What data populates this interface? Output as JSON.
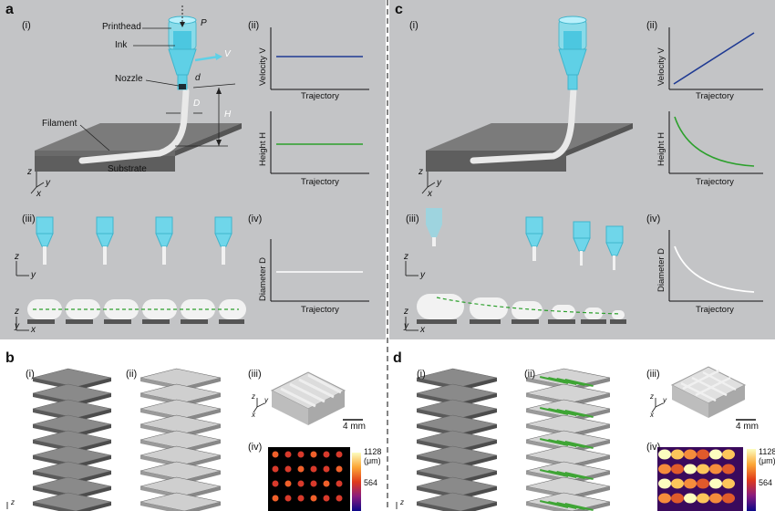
{
  "panels": {
    "a": {
      "letter": "a",
      "sub_i": "(i)",
      "sub_ii": "(ii)",
      "sub_iii": "(iii)",
      "sub_iv": "(iv)",
      "callouts": {
        "printhead": "Printhead",
        "ink": "Ink",
        "nozzle": "Nozzle",
        "filament": "Filament",
        "substrate": "Substrate",
        "p": "P",
        "v": "V",
        "d_small": "d",
        "d_big": "D",
        "h": "H"
      },
      "axes": {
        "z": "z",
        "x": "x",
        "y": "y"
      },
      "plots": {
        "velocity": {
          "ylabel": "Velocity V",
          "xlabel": "Trajectory",
          "trend": "constant",
          "color": "#1f3a93"
        },
        "height": {
          "ylabel": "Height H",
          "xlabel": "Trajectory",
          "trend": "constant",
          "color": "#2ca02c"
        },
        "diameter": {
          "ylabel": "Diameter D",
          "xlabel": "Trajectory",
          "trend": "constant",
          "color": "#ffffff"
        }
      }
    },
    "b": {
      "letter": "b",
      "sub_i": "(i)",
      "sub_ii": "(ii)",
      "sub_iii": "(iii)",
      "sub_iv": "(iv)",
      "scale_bar": "4 mm",
      "colorbar": {
        "max": "1128",
        "unit": "(μm)",
        "mid": "564"
      },
      "axes": {
        "z": "z",
        "y": "y",
        "x": "x"
      }
    },
    "c": {
      "letter": "c",
      "sub_i": "(i)",
      "sub_ii": "(ii)",
      "sub_iii": "(iii)",
      "sub_iv": "(iv)",
      "axes": {
        "z": "z",
        "x": "x",
        "y": "y"
      },
      "plots": {
        "velocity": {
          "ylabel": "Velocity V",
          "xlabel": "Trajectory",
          "trend": "increasing",
          "color": "#1f3a93"
        },
        "height": {
          "ylabel": "Height H",
          "xlabel": "Trajectory",
          "trend": "decreasing",
          "color": "#2ca02c"
        },
        "diameter": {
          "ylabel": "Diameter D",
          "xlabel": "Trajectory",
          "trend": "decreasing",
          "color": "#ffffff"
        }
      }
    },
    "d": {
      "letter": "d",
      "sub_i": "(i)",
      "sub_ii": "(ii)",
      "sub_iii": "(iii)",
      "sub_iv": "(iv)",
      "scale_bar": "4 mm",
      "colorbar": {
        "max": "1128",
        "unit": "(μm)",
        "mid": "564"
      },
      "axes": {
        "z": "z",
        "y": "y",
        "x": "x"
      }
    }
  },
  "colors": {
    "panel_bg": "#c3c4c6",
    "nozzle_cyan": "#5fd0e6",
    "filament": "#f4f4f4",
    "substrate": "#6f6f6f",
    "green_strands": "#3fa535"
  }
}
